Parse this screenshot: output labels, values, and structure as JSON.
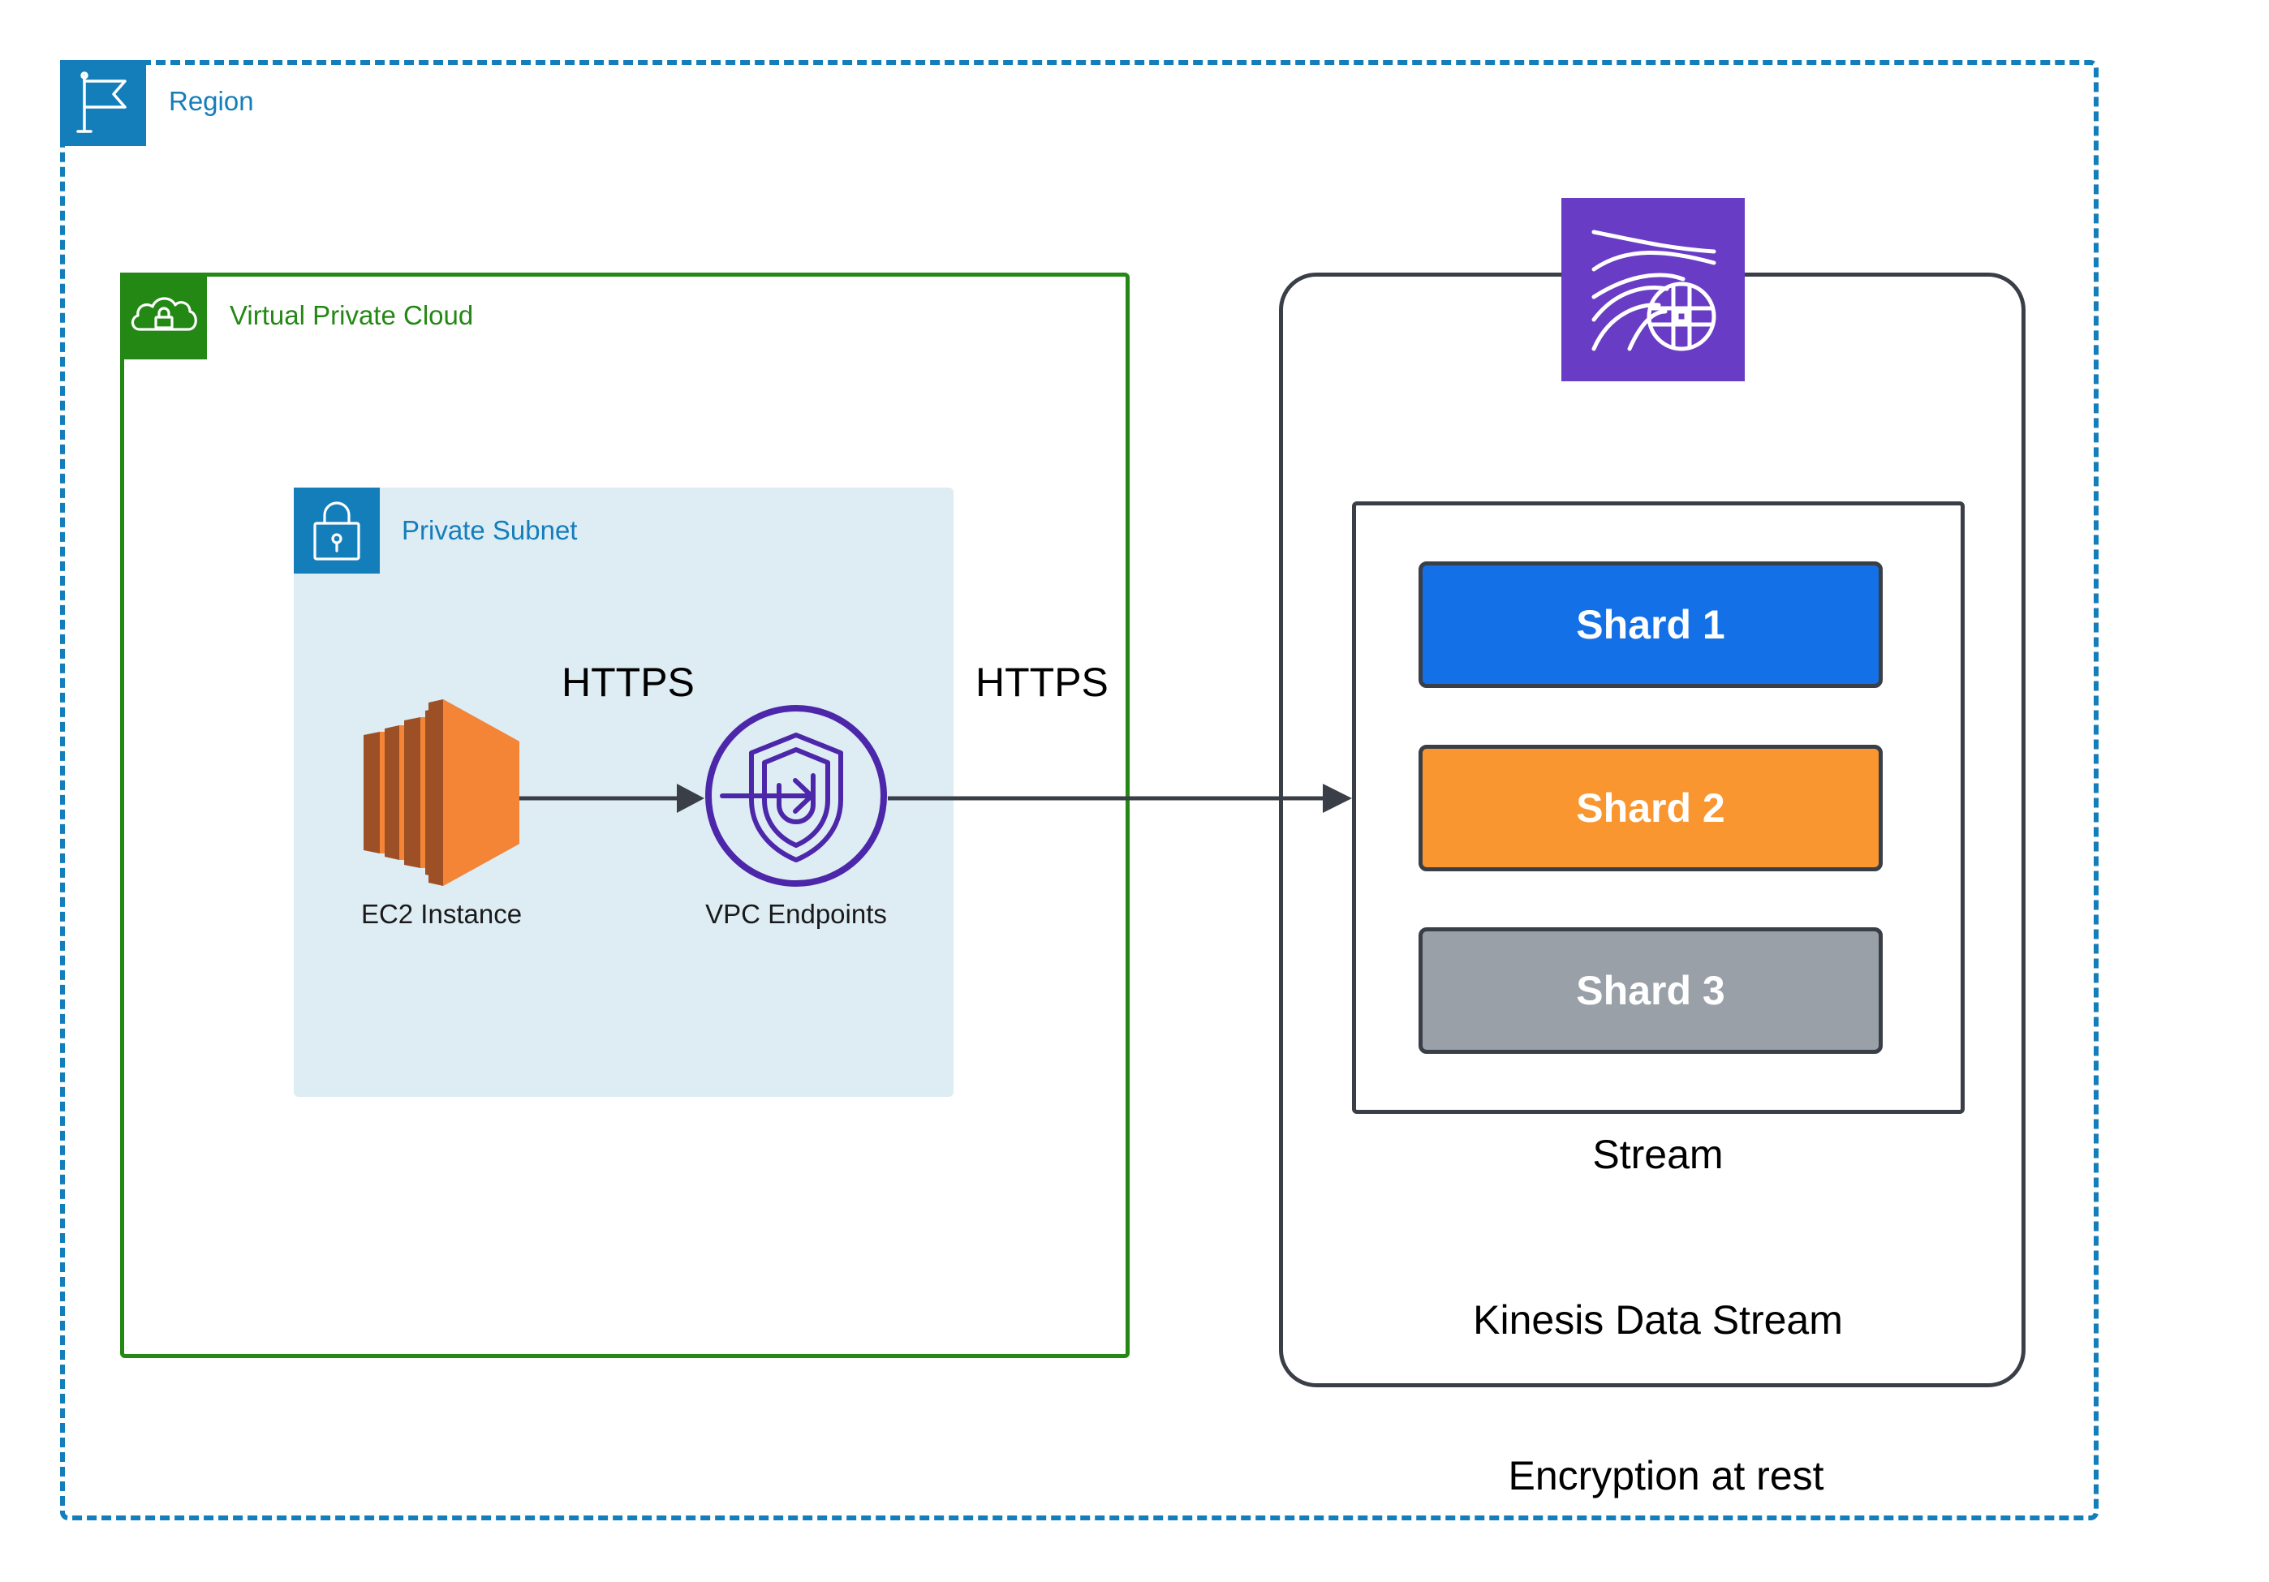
{
  "region": {
    "label": "Region"
  },
  "vpc": {
    "label": "Virtual Private Cloud"
  },
  "subnet": {
    "label": "Private Subnet"
  },
  "nodes": {
    "ec2": {
      "label": "EC2 Instance"
    },
    "vpc_endpoints": {
      "label": "VPC Endpoints"
    }
  },
  "connections": {
    "ec2_to_endpoint": {
      "label": "HTTPS"
    },
    "endpoint_to_stream": {
      "label": "HTTPS"
    }
  },
  "kinesis": {
    "label": "Kinesis Data Stream",
    "stream_label": "Stream",
    "shards": [
      {
        "label": "Shard 1",
        "color": "#1470e6"
      },
      {
        "label": "Shard 2",
        "color": "#fa9630"
      },
      {
        "label": "Shard 3",
        "color": "#9aa0a8"
      }
    ]
  },
  "encryption_label": "Encryption at rest",
  "colors": {
    "region": "#147eba",
    "vpc": "#248814",
    "subnet_fill": "#deecf4",
    "ec2": "#f58536",
    "vpc_endpoint": "#4d27aa",
    "kinesis": "#693cc5",
    "connector": "#3a3f47"
  },
  "icons": {
    "region": "flag-icon",
    "vpc": "cloud-lock-icon",
    "subnet": "padlock-icon",
    "ec2": "ec2-instance-icon",
    "vpc_endpoints": "vpc-endpoint-shield-icon",
    "kinesis": "kinesis-data-streams-icon"
  }
}
